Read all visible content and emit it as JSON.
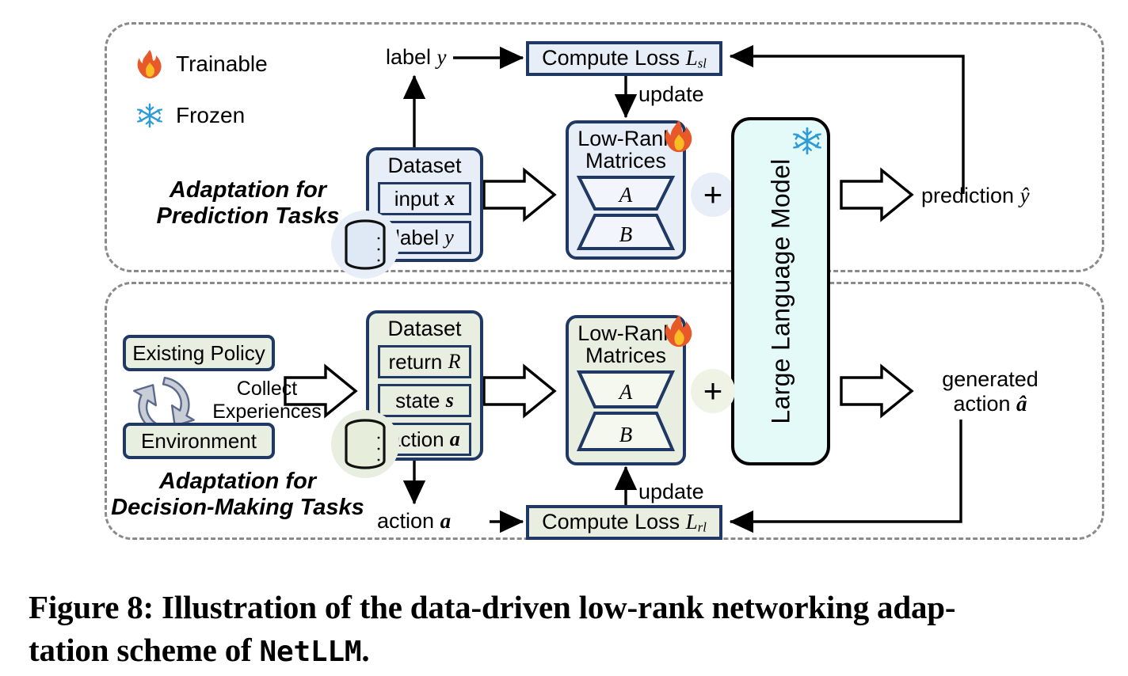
{
  "figure": {
    "caption_line1": "Figure 8: Illustration of the data-driven low-rank networking adap-",
    "caption_line2_pre": "tation scheme of ",
    "caption_mono": "NetLLM",
    "caption_line2_post": "."
  },
  "legend": {
    "trainable_label": "Trainable",
    "frozen_label": "Frozen",
    "trainable_icon": "fire-icon",
    "frozen_icon": "snowflake-icon"
  },
  "shared": {
    "llm_label": "Large Language Model",
    "plus_symbol": "+",
    "update_label": "update",
    "dataset_title": "Dataset",
    "lowrank_title_line1": "Low-Rank",
    "lowrank_title_line2": "Matrices",
    "matrix_a": "A",
    "matrix_b": "B"
  },
  "top_panel": {
    "section_label_line1": "Adaptation for",
    "section_label_line2": "Prediction Tasks",
    "loss_box_label": "Compute Loss L",
    "loss_box_subscript": "sl",
    "label_arrow_text": "label y",
    "dataset_rows": [
      "input x",
      "label y"
    ],
    "output_label": "prediction ŷ",
    "fill_color": "#e7eef8",
    "border_color": "#1f3864"
  },
  "bottom_panel": {
    "section_label_line1": "Adaptation for",
    "section_label_line2": "Decision-Making Tasks",
    "loss_box_label": "Compute Loss L",
    "loss_box_subscript": "rl",
    "existing_policy_label": "Existing Policy",
    "environment_label": "Environment",
    "collect_label_line1": "Collect",
    "collect_label_line2": "Experiences",
    "dataset_rows": [
      "return R",
      "state s",
      "action a"
    ],
    "action_arrow_text": "action a",
    "output_label_line1": "generated",
    "output_label_line2": "action â",
    "fill_color": "#e8efe0",
    "border_color": "#1f3864"
  }
}
